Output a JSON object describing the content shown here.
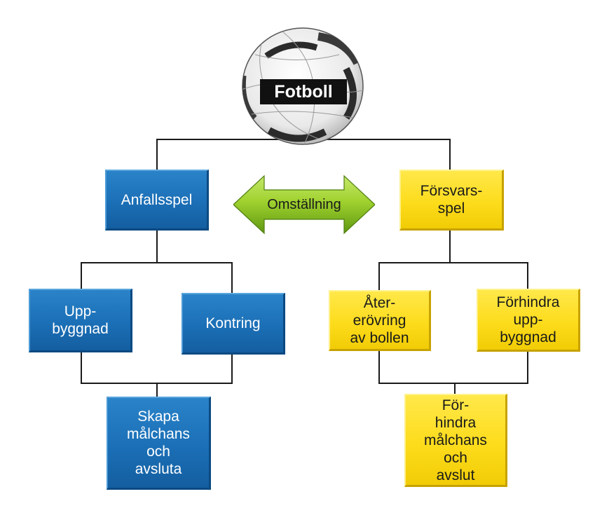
{
  "root": {
    "label": "Fotboll"
  },
  "transition": {
    "label": "Omställning"
  },
  "attack": {
    "label": "Anfallsspel",
    "children": [
      "Upp-\nbyggnad",
      "Kontring"
    ],
    "outcome": "Skapa\nmålchans\noch\navsluta"
  },
  "defense": {
    "label": "Försvars-\nspel",
    "children": [
      "Åter-\nerövring\nav bollen",
      "Förhindra\nupp-\nbyggnad"
    ],
    "outcome": "För-\nhindra\nmålchans\noch\navslut"
  },
  "colors": {
    "attack": "#1b6fb6",
    "defense": "#fddc1c",
    "transition": "#8cc21f",
    "connector": "#1a1a1a",
    "title_background": "#111111"
  },
  "icons": {
    "root": "soccer-ball-icon",
    "transition": "double-arrow-icon"
  }
}
